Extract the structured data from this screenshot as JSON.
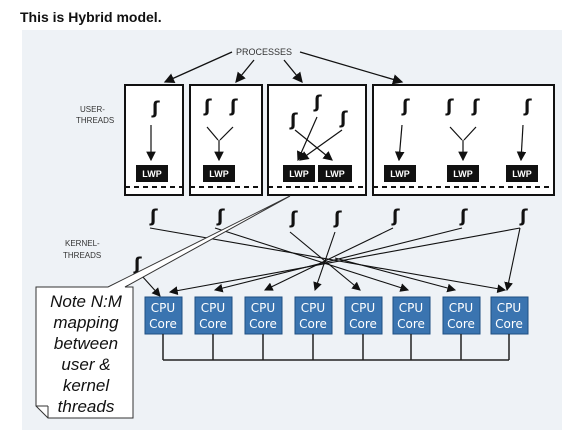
{
  "heading": "This is Hybrid model.",
  "labels": {
    "processes": "PROCESSES",
    "user_threads_1": "USER-",
    "user_threads_2": "THREADS",
    "kernel_threads_1": "KERNEL-",
    "kernel_threads_2": "THREADS"
  },
  "lwp_label": "LWP",
  "thread_glyph": "ʃ",
  "cpu": {
    "line1": "CPU",
    "line2": "Core"
  },
  "note": {
    "line1": "Note N:M",
    "line2": "mapping",
    "line3": "between",
    "line4": "user &",
    "line5": "kernel",
    "line6": "threads"
  },
  "colors": {
    "cpu_fill": "#3a74b0",
    "panel_bg": "#eef2f6",
    "note_bg": "#ffffff"
  }
}
